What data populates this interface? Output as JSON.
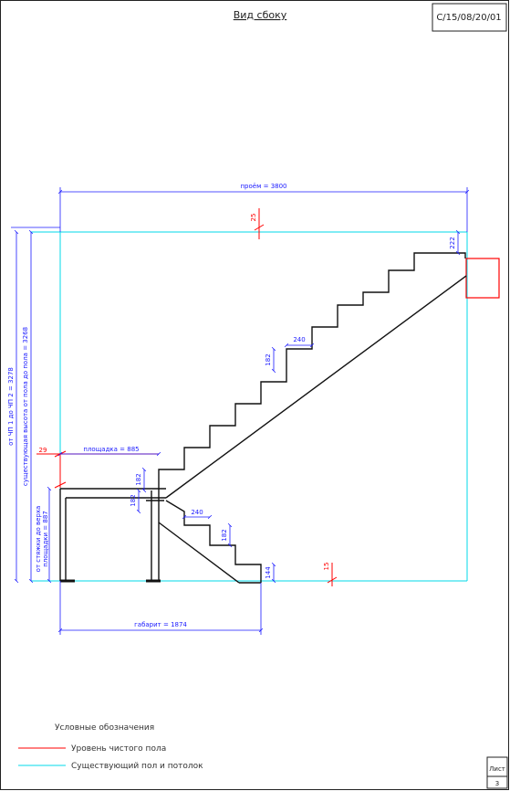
{
  "header": {
    "title": "Вид сбоку",
    "drawing_code": "С/15/08/20/01"
  },
  "dimensions": {
    "opening": "проём = 3800",
    "top_red": "25",
    "top_step": "222",
    "tread_upper": "240",
    "riser_upper": "182",
    "landing_width": "площадка = 885",
    "landing_riser_a": "182",
    "landing_riser_b": "182",
    "tread_lower": "240",
    "riser_lower": "182",
    "bottom_step": "144",
    "left_red": "29",
    "floor_red": "15",
    "overall": "габарит = 1874",
    "height_fl_to_fl": "от ЧП 1 до ЧП 2 = 3278",
    "height_existing": "существующая высота от пола до пола = 3268",
    "landing_height_line1": "от стяжки до верха",
    "landing_height_line2": "площадки = 887"
  },
  "legend": {
    "title": "Условные обозначения",
    "items": [
      {
        "label": "Уровень чистого пола",
        "color": "#ff0000"
      },
      {
        "label": "Существующий пол и потолок",
        "color": "#00d8e8"
      }
    ]
  },
  "sheet": {
    "label": "Лист",
    "number": "3"
  },
  "colors": {
    "dimension": "#1a1aff",
    "finish_floor": "#ff0000",
    "existing": "#00d8e8",
    "stair": "#111111"
  }
}
